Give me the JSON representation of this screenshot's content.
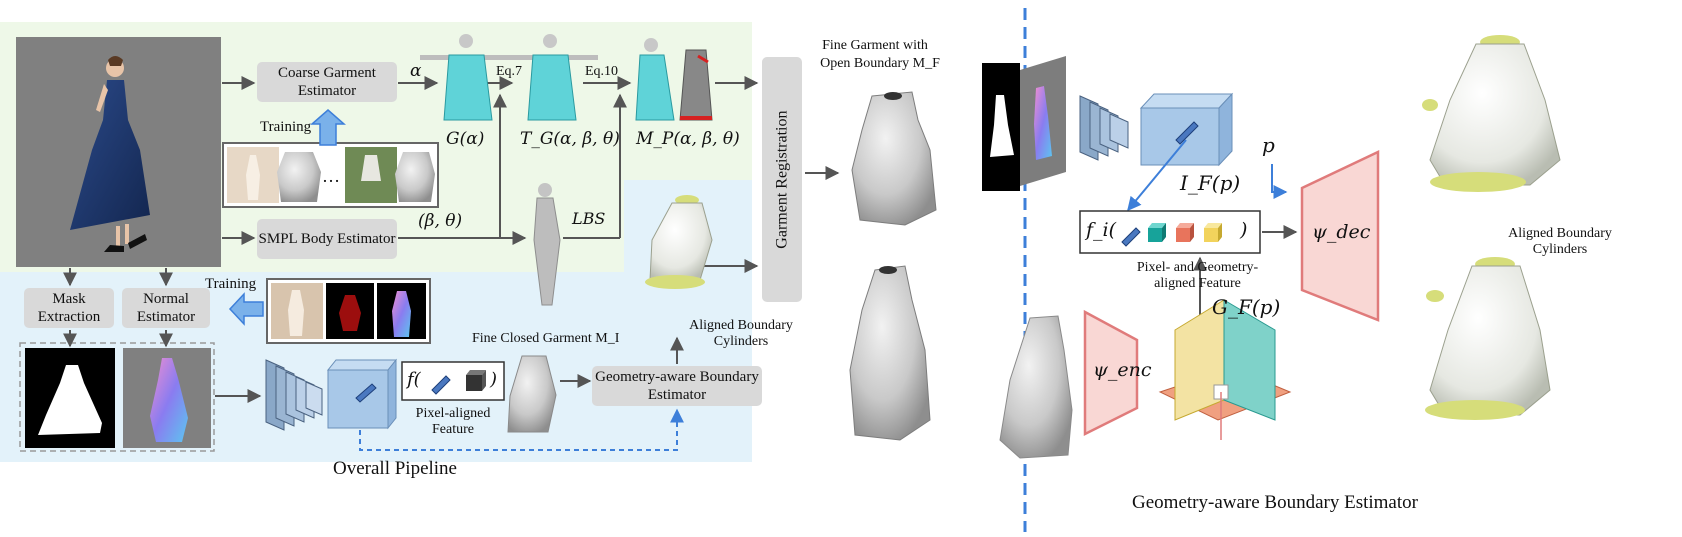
{
  "left_panel": {
    "title": "Overall Pipeline",
    "modules": {
      "coarse_garment": "Coarse Garment Estimator",
      "smpl_body": "SMPL Body Estimator",
      "mask_extraction": "Mask Extraction",
      "normal_estimator": "Normal Estimator",
      "garment_registration": "Garment Registration",
      "boundary_estimator": "Geometry-aware Boundary Estimator"
    },
    "labels": {
      "alpha": "α",
      "g_alpha": "G(α)",
      "tg": "T_G(α, β, θ)",
      "mp": "M_P(α, β, θ)",
      "eq7": "Eq.7",
      "eq10": "Eq.10",
      "beta_theta": "(β, θ)",
      "lbs": "LBS",
      "training_top": "Training",
      "training_bottom": "Training",
      "ellipsis": "…",
      "pixel_feature": "Pixel-aligned Feature",
      "f_expr": "f(",
      "f_close": ")",
      "fine_closed": "Fine Closed Garment M_I",
      "aligned_cylinders": "Aligned Boundary Cylinders",
      "fine_open_line1": "Fine Garment with",
      "fine_open_line2": "Open Boundary M_F"
    }
  },
  "right_panel": {
    "title": "Geometry-aware Boundary Estimator",
    "labels": {
      "if_p": "I_F(p)",
      "p": "p",
      "psi_dec": "ψ_dec",
      "psi_enc": "ψ_enc",
      "fi_expr": "f_i(",
      "fi_close": ")",
      "pixel_geo_feature": "Pixel- and Geometry-aligned Feature",
      "gf_p": "G_F(p)",
      "aligned_cylinders": "Aligned Boundary Cylinders"
    }
  },
  "colors": {
    "green_bg": "#eef8e8",
    "blue_bg": "#e3f2fa",
    "module_gray": "#d9d9d9",
    "mesh_cyan": "#5fd3d8",
    "feature_cube": "#a8c8e8",
    "decoder_pink": "#f9d7d4",
    "decoder_border": "#e07b7b",
    "separator": "#3d7fd9",
    "cylinder_yellow": "#d6dd7a"
  }
}
